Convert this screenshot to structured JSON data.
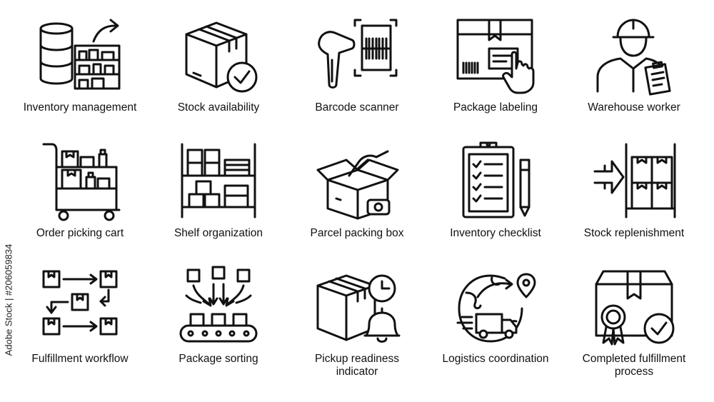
{
  "icons": [
    {
      "name": "inventory-management-icon",
      "label": "Inventory management"
    },
    {
      "name": "stock-availability-icon",
      "label": "Stock availability"
    },
    {
      "name": "barcode-scanner-icon",
      "label": "Barcode scanner"
    },
    {
      "name": "package-labeling-icon",
      "label": "Package labeling"
    },
    {
      "name": "warehouse-worker-icon",
      "label": "Warehouse worker"
    },
    {
      "name": "order-picking-cart-icon",
      "label": "Order picking cart"
    },
    {
      "name": "shelf-organization-icon",
      "label": "Shelf organization"
    },
    {
      "name": "parcel-packing-box-icon",
      "label": "Parcel packing box"
    },
    {
      "name": "inventory-checklist-icon",
      "label": "Inventory checklist"
    },
    {
      "name": "stock-replenishment-icon",
      "label": "Stock replenishment"
    },
    {
      "name": "fulfillment-workflow-icon",
      "label": "Fulfillment workflow"
    },
    {
      "name": "package-sorting-icon",
      "label": "Package sorting"
    },
    {
      "name": "pickup-readiness-indicator-icon",
      "label": "Pickup readiness\nindicator"
    },
    {
      "name": "logistics-coordination-icon",
      "label": "Logistics coordination"
    },
    {
      "name": "completed-fulfillment-process-icon",
      "label": "Completed fulfillment\nprocess"
    }
  ],
  "watermark": "Adobe Stock | #206059834"
}
